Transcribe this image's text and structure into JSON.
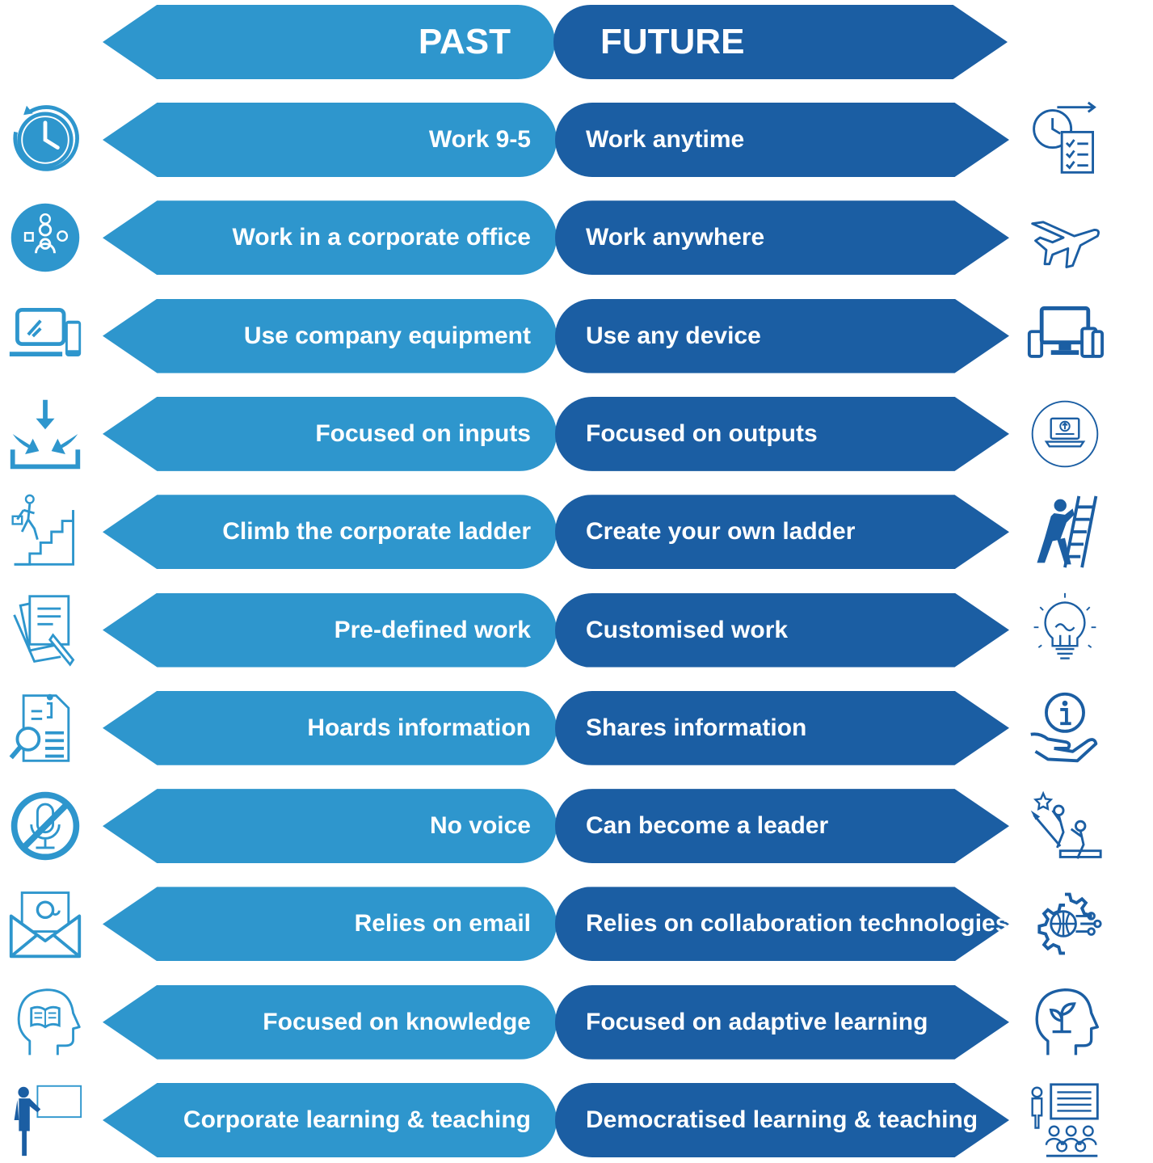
{
  "header": {
    "past": "PAST",
    "future": "FUTURE"
  },
  "rows": [
    {
      "past": "Work 9-5",
      "future": "Work anytime",
      "past_icon": "clock-icon",
      "future_icon": "clock-checklist-icon"
    },
    {
      "past": "Work in a corporate office",
      "future": "Work anywhere",
      "past_icon": "corporate-worker-icon",
      "future_icon": "airplane-icon"
    },
    {
      "past": "Use company equipment",
      "future": "Use any device",
      "past_icon": "laptop-phone-icon",
      "future_icon": "multi-device-icon"
    },
    {
      "past": "Focused on inputs",
      "future": "Focused on outputs",
      "past_icon": "inbox-download-icon",
      "future_icon": "laptop-upload-icon"
    },
    {
      "past": "Climb the corporate ladder",
      "future": "Create your own ladder",
      "past_icon": "stairs-climber-icon",
      "future_icon": "ladder-climber-icon"
    },
    {
      "past": "Pre-defined work",
      "future": "Customised work",
      "past_icon": "document-pen-icon",
      "future_icon": "lightbulb-icon"
    },
    {
      "past": "Hoards information",
      "future": "Shares information",
      "past_icon": "document-search-icon",
      "future_icon": "hand-info-icon"
    },
    {
      "past": "No voice",
      "future": "Can become a leader",
      "past_icon": "muted-microphone-icon",
      "future_icon": "leader-climb-icon"
    },
    {
      "past": "Relies on email",
      "future": "Relies on collaboration technologies",
      "past_icon": "email-envelope-icon",
      "future_icon": "gear-globe-network-icon"
    },
    {
      "past": "Focused on knowledge",
      "future": "Focused on adaptive learning",
      "past_icon": "head-book-icon",
      "future_icon": "head-sprout-icon"
    },
    {
      "past": "Corporate learning & teaching",
      "future": "Democratised learning & teaching",
      "past_icon": "presenter-board-icon",
      "future_icon": "teacher-group-icon"
    }
  ],
  "colors": {
    "past": "#2e96cd",
    "future": "#1b5ea3",
    "icon_light": "#2e96cd",
    "icon_dark": "#1b5ea3"
  }
}
